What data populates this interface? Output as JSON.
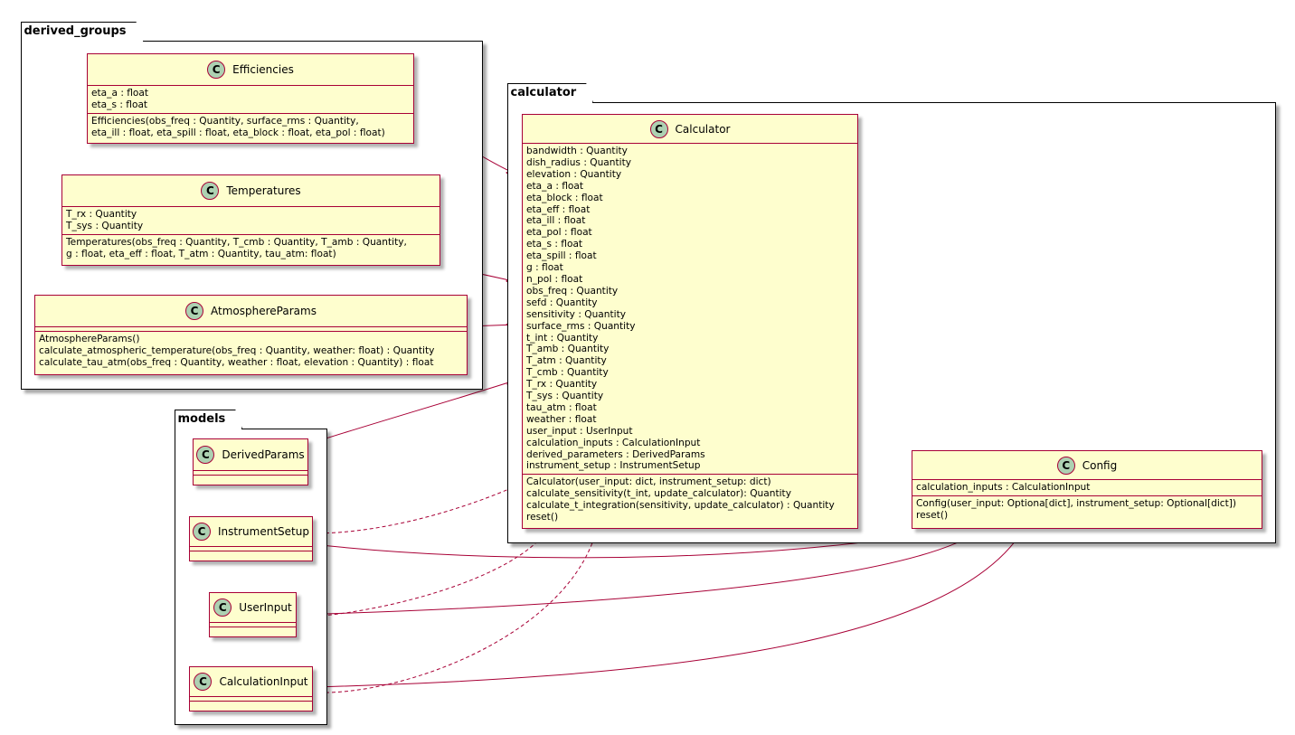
{
  "packages": {
    "derived_groups": "derived_groups",
    "calculator": "calculator",
    "models": "models"
  },
  "stereotype_letter": "C",
  "classes": {
    "efficiencies": {
      "name": "Efficiencies",
      "attributes": [
        "eta_a : float",
        "eta_s : float"
      ],
      "methods": [
        "Efficiencies(obs_freq : Quantity, surface_rms : Quantity,",
        "eta_ill : float, eta_spill : float, eta_block : float, eta_pol : float)"
      ]
    },
    "temperatures": {
      "name": "Temperatures",
      "attributes": [
        "T_rx : Quantity",
        "T_sys : Quantity"
      ],
      "methods": [
        "Temperatures(obs_freq : Quantity, T_cmb : Quantity, T_amb : Quantity,",
        "g : float, eta_eff : float, T_atm : Quantity, tau_atm: float)"
      ]
    },
    "atmosphere": {
      "name": "AtmosphereParams",
      "attributes": [],
      "methods": [
        "AtmosphereParams()",
        "calculate_atmospheric_temperature(obs_freq : Quantity, weather: float) : Quantity",
        "calculate_tau_atm(obs_freq : Quantity, weather : float, elevation : Quantity) : float"
      ]
    },
    "calculator": {
      "name": "Calculator",
      "attributes": [
        "bandwidth : Quantity",
        "dish_radius : Quantity",
        "elevation : Quantity",
        "eta_a : float",
        "eta_block : float",
        "eta_eff : float",
        "eta_ill : float",
        "eta_pol : float",
        "eta_s : float",
        "eta_spill : float",
        "g : float",
        "n_pol : float",
        "obs_freq : Quantity",
        "sefd : Quantity",
        "sensitivity : Quantity",
        "surface_rms : Quantity",
        "t_int : Quantity",
        "T_amb : Quantity",
        "T_atm : Quantity",
        "T_cmb : Quantity",
        "T_rx : Quantity",
        "T_sys  : Quantity",
        "tau_atm : float",
        "weather : float",
        "user_input : UserInput",
        "calculation_inputs : CalculationInput",
        "derived_parameters : DerivedParams",
        "instrument_setup : InstrumentSetup"
      ],
      "methods": [
        "Calculator(user_input: dict, instrument_setup: dict)",
        "calculate_sensitivity(t_int, update_calculator): Quantity",
        "calculate_t_integration(sensitivity, update_calculator) : Quantity",
        "reset()"
      ]
    },
    "config": {
      "name": "Config",
      "attributes": [
        "calculation_inputs : CalculationInput"
      ],
      "methods": [
        "Config(user_input: Optiona[dict], instrument_setup: Optional[dict])",
        "reset()"
      ]
    },
    "derived_params": {
      "name": "DerivedParams"
    },
    "instrument_setup": {
      "name": "InstrumentSetup"
    },
    "user_input": {
      "name": "UserInput"
    },
    "calculation_input": {
      "name": "CalculationInput"
    }
  },
  "colors": {
    "class_fill": "#FEFECE",
    "class_border": "#A80036",
    "stereotype_circle": "#ADD1B2"
  }
}
